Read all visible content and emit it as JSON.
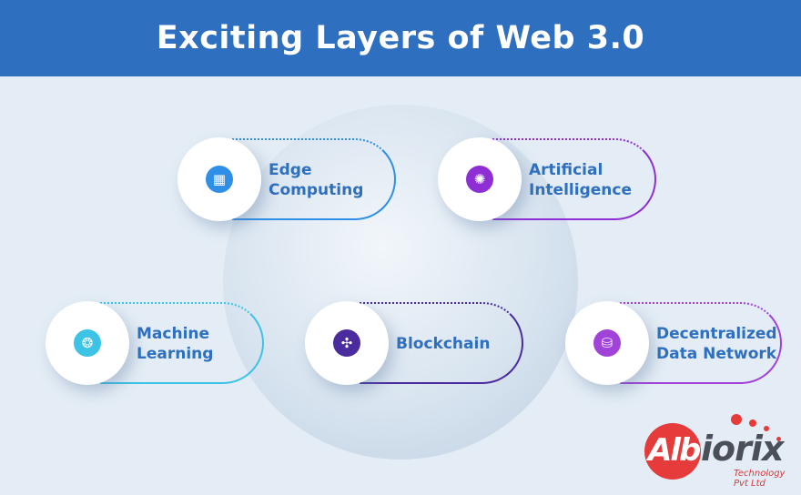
{
  "title": "Exciting Layers of Web 3.0",
  "layers": [
    {
      "label_lines": [
        "Edge",
        "Computing"
      ],
      "icon": "monitor-dashboard-icon",
      "color": "#2f8fe6"
    },
    {
      "label_lines": [
        "Artificial",
        "Intelligence"
      ],
      "icon": "brain-circuit-icon",
      "color": "#8e2fd6"
    },
    {
      "label_lines": [
        "Machine",
        "Learning"
      ],
      "icon": "brain-icon",
      "color": "#3cc3e6"
    },
    {
      "label_lines": [
        "Blockchain"
      ],
      "icon": "network-nodes-icon",
      "color": "#4a2c9e"
    },
    {
      "label_lines": [
        "Decentralized",
        "Data Network"
      ],
      "icon": "database-network-icon",
      "color": "#a142d8"
    }
  ],
  "logo": {
    "brand_a": "Alb",
    "brand_b": "iorix",
    "tagline": "Technology Pvt Ltd"
  },
  "colors": {
    "header": "#2f6fbf",
    "background": "#e4edf5",
    "logo_red": "#e53b3b"
  }
}
